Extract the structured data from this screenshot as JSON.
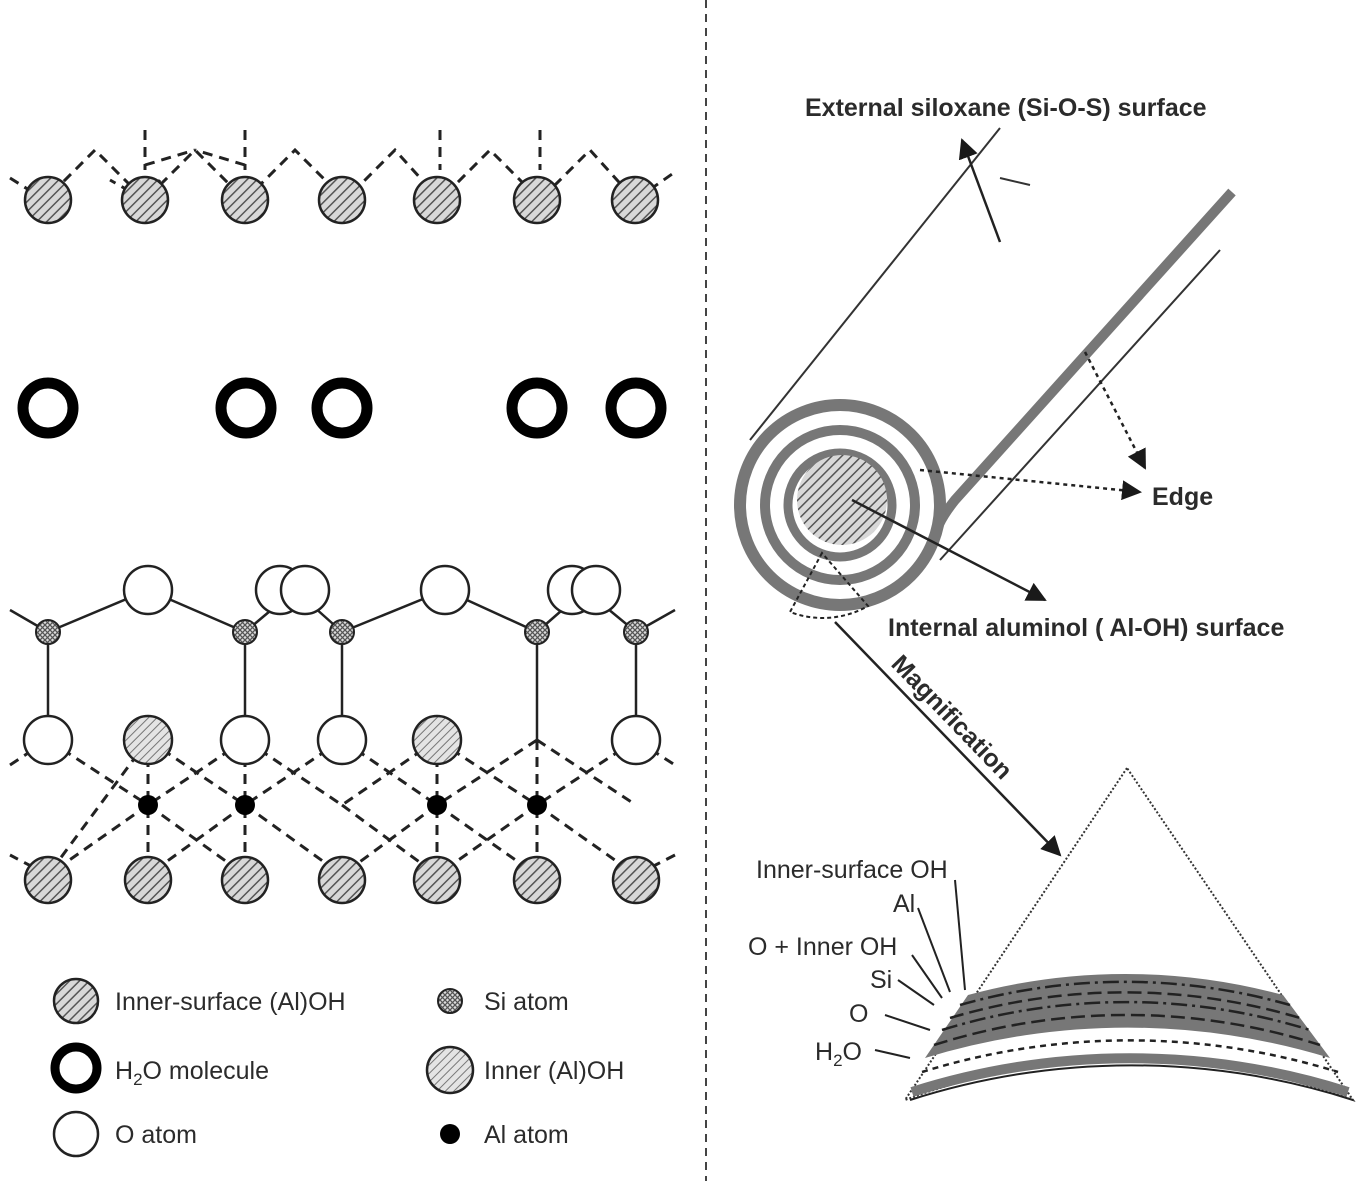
{
  "right": {
    "external_surface": "External siloxane (Si-O-S) surface",
    "edge": "Edge",
    "internal_surface": "Internal aluminol ( Al-OH) surface",
    "magnification": "Magnification",
    "layers": {
      "inner_surface_oh": "Inner-surface OH",
      "al": "Al",
      "o_inner_oh": "O + Inner OH",
      "si": "Si",
      "o": "O",
      "h2o_main": "H",
      "h2o_sub": "2",
      "h2o_tail": "O"
    }
  },
  "legend": {
    "inner_surface_aloh": "Inner-surface (Al)OH",
    "si_atom": "Si atom",
    "h2o_main": "H",
    "h2o_sub": "2",
    "h2o_tail": "O molecule",
    "inner_aloh": "Inner (Al)OH",
    "o_atom": "O atom",
    "al_atom": "Al atom"
  },
  "colors": {
    "ink": "#1a1a1a",
    "gray_fill": "#8a8a8a",
    "light_gray": "#cfcfcf",
    "dark_gray": "#6e6e6e"
  }
}
